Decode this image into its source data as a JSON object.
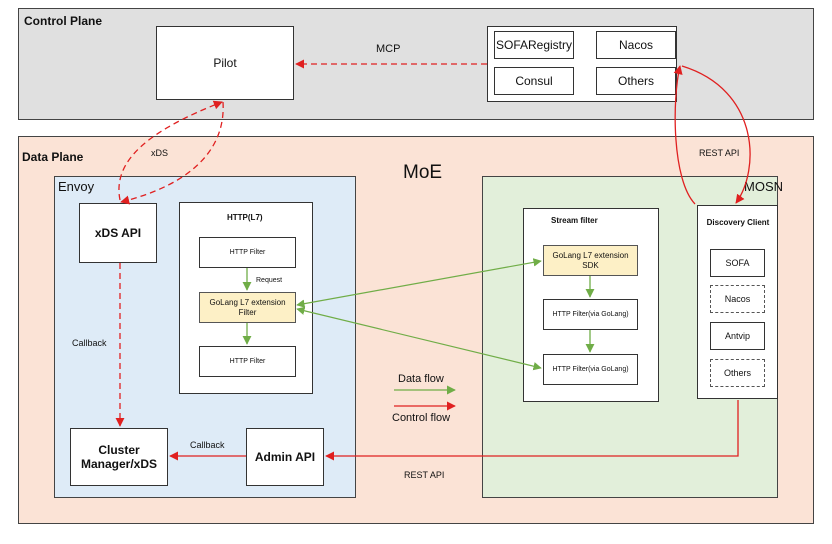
{
  "control_plane": {
    "title": "Control Plane",
    "pilot": "Pilot",
    "registries": [
      "SOFARegistry",
      "Nacos",
      "Consul",
      "Others"
    ],
    "mcp_label": "MCP"
  },
  "data_plane": {
    "title": "Data Plane",
    "moe_label": "MoE",
    "xds_label": "xDS",
    "rest_api_top": "REST API",
    "rest_api_bottom": "REST API"
  },
  "envoy": {
    "title": "Envoy",
    "xds_api": "xDS API",
    "callback_vertical": "Callback",
    "cluster_manager": "Cluster Manager/xDS",
    "callback_horizontal": "Callback",
    "admin_api": "Admin API",
    "http_panel": {
      "title": "HTTP(L7)",
      "filter_top": "HTTP Filter",
      "request": "Request",
      "golang_filter": "GoLang L7 extension Filter",
      "filter_bottom": "HTTP Filter"
    }
  },
  "legend": {
    "data_flow": "Data flow",
    "control_flow": "Control flow"
  },
  "mosn": {
    "title": "MOSN",
    "stream_filter": {
      "title": "Stream filter",
      "sdk": "GoLang L7 extension SDK",
      "filter_1": "HTTP Filter(via GoLang)",
      "filter_2": "HTTP Filter(via GoLang)"
    },
    "discovery": {
      "title": "Discovery Client",
      "items": [
        "SOFA",
        "Nacos",
        "Antvip",
        "Others"
      ]
    }
  },
  "colors": {
    "control_plane_bg": "#e0e0e0",
    "data_plane_bg": "#fbe3d6",
    "envoy_bg": "#deebf7",
    "mosn_bg": "#e2efda",
    "golang_box_bg": "#fdf0c6",
    "control_arrow": "#e02020",
    "data_arrow": "#70ad47"
  }
}
